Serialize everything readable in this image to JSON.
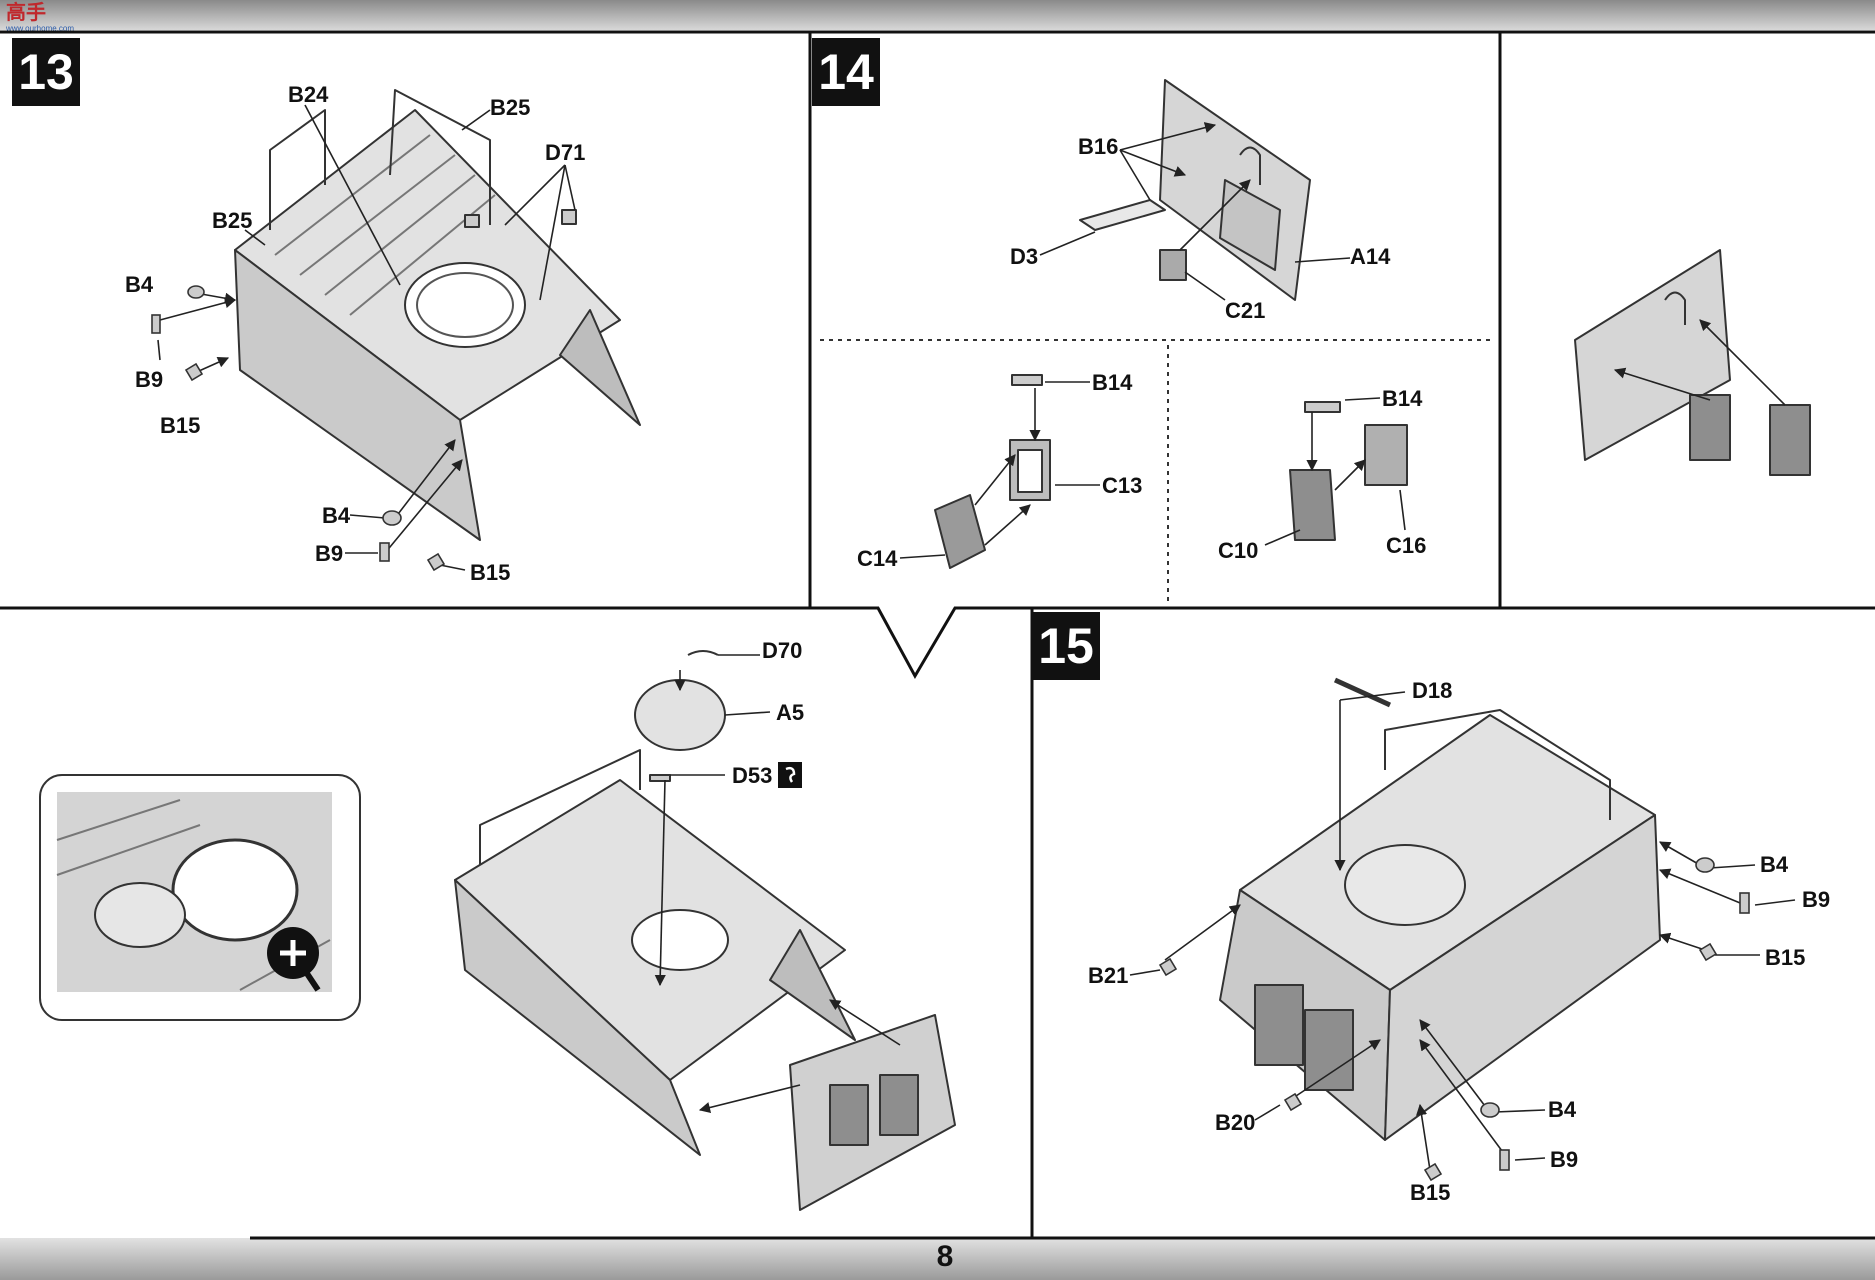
{
  "header": {
    "logo_text": "高手",
    "logo_sub": "www.ourhome.com"
  },
  "page_number": "8",
  "steps": [
    {
      "number": "13"
    },
    {
      "number": "14"
    },
    {
      "number": "15"
    }
  ],
  "part_labels": {
    "s13": [
      "B24",
      "B25",
      "D71",
      "B25",
      "B4",
      "B9",
      "B15",
      "B4",
      "B9",
      "B15"
    ],
    "s14a": [
      "B16",
      "D3",
      "A14",
      "C21"
    ],
    "s14b": [
      "B14",
      "C13",
      "C14"
    ],
    "s14c": [
      "B14",
      "C10",
      "C16"
    ],
    "s14d": [
      "D70",
      "A5",
      "D53"
    ],
    "s15": [
      "D18",
      "B4",
      "B9",
      "B21",
      "B15",
      "B20",
      "B4",
      "B9",
      "B15"
    ]
  },
  "icons": {
    "detail": "magnify-plus-icon",
    "decal": "decal-icon"
  }
}
